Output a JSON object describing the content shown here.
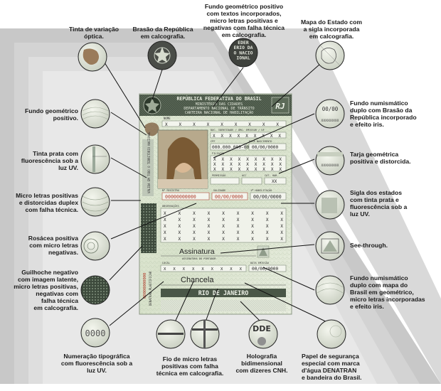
{
  "document": {
    "header_line1": "REPÚBLICA FEDERATIVA DO BRASIL",
    "header_line2": "MINISTÉRIO DAS CIDADES",
    "header_line3": "DEPARTAMENTO NACIONAL DE TRÂNSITO",
    "header_line4": "CARTEIRA NACIONAL DE HABILITAÇÃO",
    "state_badge": "RJ",
    "name_label": "NOME",
    "id_label": "DOC. IDENTIDADE / ÓRG. EMISSOR / UF",
    "cpf_label": "CPF",
    "birth_label": "DATA NASCIMENTO",
    "cpf_value": "000.000.000-00",
    "date_value": "00/00/0000",
    "filiacao_label": "FILIAÇÃO",
    "permissao_label": "PERMISSÃO",
    "acc_label": "ACC",
    "cat_label": "CAT. HAB.",
    "cat_value": "XX",
    "registro_label": "Nº REGISTRO",
    "validade_label": "VALIDADE",
    "primeira_label": "1ª HABILITAÇÃO",
    "registro_value": "00000000000",
    "observacoes_label": "OBSERVAÇÕES",
    "assinatura": "Assinatura",
    "assinatura_label": "ASSINATURA DO PORTADOR",
    "local_label": "LOCAL",
    "data_emissao_label": "DATA EMISSÃO",
    "chancela": "Chancela",
    "city": "RIO DE JANEIRO",
    "vertical_text": "VÁLIDA EM TODO O TERRITÓRIO NACIONAL",
    "vertical_number": "00000000000",
    "vertical_plastic": "DENATRAN PLASTIFICAR"
  },
  "zoom": {
    "optica_text": "",
    "fundo_text": "EDER\nERIO DA\nO NACIO\nIONAL",
    "numer_text": "0000",
    "numis_text": "00/00",
    "holo_text": "DDE",
    "pattern_text": "XXXXXXXXX"
  },
  "annotations": [
    {
      "id": "tinta-variacao",
      "text": "Tinta de variação\nóptica."
    },
    {
      "id": "brasao-calcografia",
      "text": "Brasão da República\nem calcografia."
    },
    {
      "id": "fundo-geom-textos",
      "text": "Fundo geométrico positivo\ncom textos incorporados,\nmicro letras positivas e\nnegativas com falha técnica\nem calcografia."
    },
    {
      "id": "mapa-estado",
      "text": "Mapa do Estado com\na sigla incorporada\nem calcografia."
    },
    {
      "id": "fundo-geom-positivo",
      "text": "Fundo geométrico\npositivo."
    },
    {
      "id": "fundo-numis-brasao",
      "text": "Fundo numismático\nduplo com Brasão da\nRepública incorporado\ne efeito iris."
    },
    {
      "id": "tinta-prata",
      "text": "Tinta prata com\nfluorescência sob a\nluz UV."
    },
    {
      "id": "tarja-geometrica",
      "text": "Tarja geométrica\npositiva e distorcida."
    },
    {
      "id": "micro-letras-duplex",
      "text": "Micro letras positivas\ne distorcidas duplex\ncom falha técnica."
    },
    {
      "id": "sigla-estados",
      "text": "Sigla dos estados\ncom tinta prata e\nfluorescência sob a\nluz UV."
    },
    {
      "id": "rosacea",
      "text": "Rosácea positiva\ncom micro letras\nnegativas."
    },
    {
      "id": "see-through",
      "text": "See-through."
    },
    {
      "id": "guilhoche",
      "text": "Guilhoche negativo\ncom imagem latente,\nmicro letras positivas,\nnegativas com\nfalha técnica\nem calcografia."
    },
    {
      "id": "fundo-numis-mapa",
      "text": "Fundo numismático\nduplo com mapa do\nBrasil em geométrico,\nmicro letras incorporadas\ne efeito iris."
    },
    {
      "id": "numeracao",
      "text": "Numeração tipográfica\ncom fluorescência sob a\nluz UV."
    },
    {
      "id": "fio-micro",
      "text": "Fio de micro letras\npositivas com falha\ntécnica em calcografia."
    },
    {
      "id": "holografia",
      "text": "Holografia\nbidimensional\ncom dizeres CNH."
    },
    {
      "id": "papel-seguranca",
      "text": "Papel de segurança\nespecial com marca\nd'água DENATRAN\ne bandeira do Brasil."
    }
  ]
}
